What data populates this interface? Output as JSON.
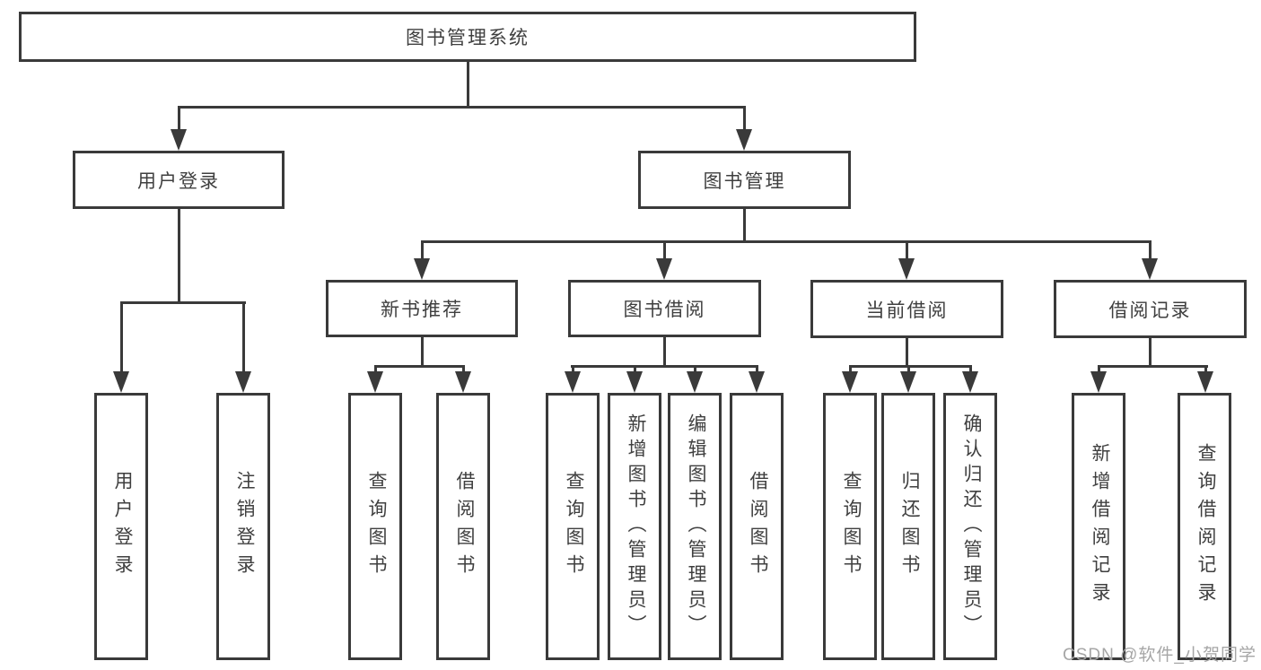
{
  "nodes": {
    "root": {
      "label": "图书管理系统"
    },
    "user_login": {
      "label": "用户登录"
    },
    "book_mgmt": {
      "label": "图书管理"
    },
    "new_book": {
      "label": "新书推荐"
    },
    "borrow": {
      "label": "图书借阅"
    },
    "current": {
      "label": "当前借阅"
    },
    "records": {
      "label": "借阅记录"
    },
    "leaf_user_login": {
      "label": "用户登录"
    },
    "leaf_logout": {
      "label": "注销登录"
    },
    "leaf_nb_query": {
      "label": "查询图书"
    },
    "leaf_nb_borrow": {
      "label": "借阅图书"
    },
    "leaf_bb_query": {
      "label": "查询图书"
    },
    "leaf_bb_add": {
      "label": "新增图书（管理员）"
    },
    "leaf_bb_edit": {
      "label": "编辑图书（管理员）"
    },
    "leaf_bb_borrow": {
      "label": "借阅图书"
    },
    "leaf_cb_query": {
      "label": "查询图书"
    },
    "leaf_cb_return": {
      "label": "归还图书"
    },
    "leaf_cb_confirm": {
      "label": "确认归还（管理员）"
    },
    "leaf_br_add": {
      "label": "新增借阅记录"
    },
    "leaf_br_query": {
      "label": "查询借阅记录"
    }
  },
  "structure": {
    "root": [
      "user_login",
      "book_mgmt"
    ],
    "user_login": [
      "leaf_user_login",
      "leaf_logout"
    ],
    "book_mgmt": [
      "new_book",
      "borrow",
      "current",
      "records"
    ],
    "new_book": [
      "leaf_nb_query",
      "leaf_nb_borrow"
    ],
    "borrow": [
      "leaf_bb_query",
      "leaf_bb_add",
      "leaf_bb_edit",
      "leaf_bb_borrow"
    ],
    "current": [
      "leaf_cb_query",
      "leaf_cb_return",
      "leaf_cb_confirm"
    ],
    "records": [
      "leaf_br_add",
      "leaf_br_query"
    ]
  },
  "watermark": {
    "text": "CSDN @软件_小贺同学"
  },
  "colors": {
    "line": "#3a3a3a",
    "text": "#3f3f3f",
    "box_bg": "#ffffff",
    "watermark": "#a6a6a6"
  }
}
